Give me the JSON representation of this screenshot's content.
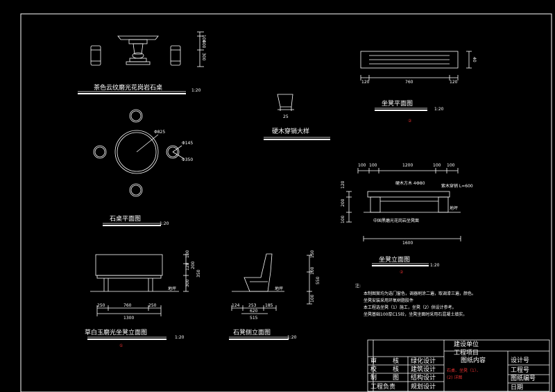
{
  "colors": {
    "background": "#000000",
    "lines": "#ffffff",
    "accent": "#e03030"
  },
  "table_elevation": {
    "title": "茶色云纹磨光花岗岩石桌",
    "scale": "1:20",
    "dims": [
      "100",
      "400",
      "300"
    ]
  },
  "table_plan": {
    "title": "石桌平面图",
    "scale": "1:20",
    "dims": [
      "Φ825",
      "Φ145",
      "Φ350"
    ]
  },
  "tenon_detail": {
    "title": "硬木穿销大样",
    "dims": [
      "25"
    ]
  },
  "bench_plan": {
    "title": "坐凳平面图",
    "scale": "1:20",
    "ref": "②",
    "dims": [
      "120",
      "760",
      "120",
      "40"
    ]
  },
  "bench_elevation": {
    "title": "坐凳立面图",
    "scale": "1:20",
    "ref": "②",
    "top_dims": [
      "100",
      "100",
      "1200",
      "100",
      "100"
    ],
    "bottom_dim": "1600",
    "left_dims": [
      "120",
      "200",
      "100"
    ],
    "notes": [
      "硬木方木 4Ф80",
      "紫木穿销 L=600",
      "中国黑磨光花岗岩坐凳面",
      "地坪"
    ]
  },
  "grass_bench": {
    "title": "草白玉磨光坐凳立面图",
    "scale": "1:20",
    "ref": "①",
    "dims_bottom": [
      "250",
      "760",
      "250",
      "1300"
    ],
    "dims_right": [
      "100",
      "120",
      "300",
      "200",
      "350"
    ],
    "ground": "地坪"
  },
  "stone_side": {
    "title": "石凳侧立面图",
    "scale": "1:20",
    "dims_bottom": [
      "124",
      "253",
      "185",
      "620",
      "515"
    ],
    "dims_right": [
      "150",
      "100",
      "550",
      "100"
    ],
    "ground": "地坪"
  },
  "notes": {
    "heading": "注:",
    "lines": [
      "本制图案均为选门窗色，调器刷涂二遍，取调漆三遍，颜色。",
      "坐凳安装采用环氧树脂胶件",
      "本工程选坐凳（1）施工，坐凳（2）供设计参考。",
      "坐凳基础100厚C15砼，坐凳坐面时采用石混凝土填实。"
    ]
  },
  "title_block": {
    "unit_label": "建设单位",
    "project_label": "工程项目",
    "content_label": "图纸内容",
    "design_no": "设计号",
    "project_no": "工程号",
    "drawing_no": "图纸编号",
    "date": "日期",
    "roles_left": [
      "审",
      "校",
      "制",
      "工程负责"
    ],
    "roles_right": [
      "核",
      "核",
      "图",
      ""
    ],
    "design_roles": [
      "绿化设计",
      "建筑设计",
      "结构设计",
      "规划设计"
    ],
    "content_lines": [
      "石桌、坐凳（1）、",
      "(2) 详图"
    ]
  }
}
